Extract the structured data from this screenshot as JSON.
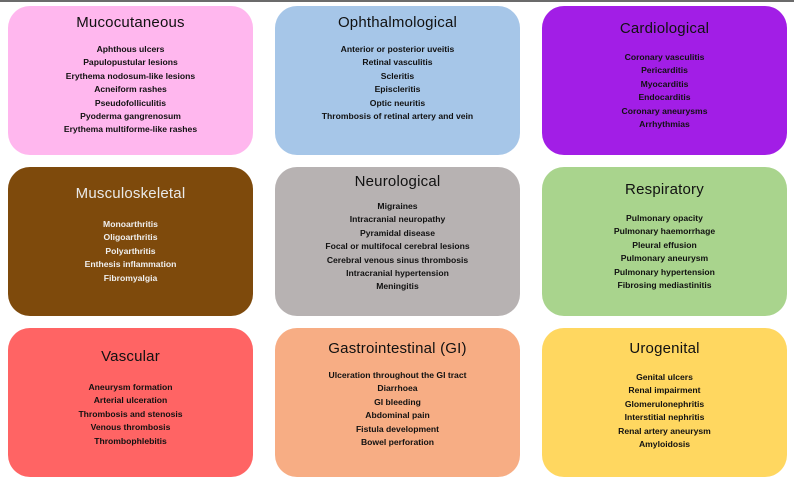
{
  "colors": {
    "mucocutaneous": "#ffb7ee",
    "ophthalmological": "#a6c6e8",
    "cardiological": "#a21ee6",
    "musculoskeletal": "#7e4a0c",
    "neurological": "#b7b2b2",
    "respiratory": "#a9d48d",
    "vascular": "#ff6464",
    "gastrointestinal": "#f7ad84",
    "urogenital": "#ffd760"
  },
  "boxes": {
    "mucocutaneous": {
      "title": "Mucocutaneous",
      "items": [
        "Aphthous ulcers",
        "Papulopustular lesions",
        "Erythema nodosum-like lesions",
        "Acneiform rashes",
        "Pseudofolliculitis",
        "Pyoderma gangrenosum",
        "Erythema multiforme-like rashes"
      ]
    },
    "ophthalmological": {
      "title": "Ophthalmological",
      "items": [
        "Anterior or posterior uveitis",
        "Retinal vasculitis",
        "Scleritis",
        "Episcleritis",
        "Optic neuritis",
        "Thrombosis of retinal artery and vein"
      ]
    },
    "cardiological": {
      "title": "Cardiological",
      "items": [
        "Coronary vasculitis",
        "Pericarditis",
        "Myocarditis",
        "Endocarditis",
        "Coronary aneurysms",
        "Arrhythmias"
      ]
    },
    "musculoskeletal": {
      "title": "Musculoskeletal",
      "items": [
        "Monoarthritis",
        "Oligoarthritis",
        "Polyarthritis",
        "Enthesis inflammation",
        "Fibromyalgia"
      ]
    },
    "neurological": {
      "title": "Neurological",
      "items": [
        "Migraines",
        "Intracranial neuropathy",
        "Pyramidal disease",
        "Focal or multifocal cerebral lesions",
        "Cerebral venous sinus thrombosis",
        "Intracranial hypertension",
        "Meningitis"
      ]
    },
    "respiratory": {
      "title": "Respiratory",
      "items": [
        "Pulmonary opacity",
        "Pulmonary haemorrhage",
        "Pleural effusion",
        "Pulmonary aneurysm",
        "Pulmonary hypertension",
        "Fibrosing mediastinitis"
      ]
    },
    "vascular": {
      "title": "Vascular",
      "items": [
        "Aneurysm formation",
        "Arterial ulceration",
        "Thrombosis and stenosis",
        "Venous thrombosis",
        "Thrombophlebitis"
      ]
    },
    "gastrointestinal": {
      "title": "Gastrointestinal (GI)",
      "items": [
        "Ulceration throughout the GI tract",
        "Diarrhoea",
        "GI bleeding",
        "Abdominal pain",
        "Fistula development",
        "Bowel perforation"
      ]
    },
    "urogenital": {
      "title": "Urogenital",
      "items": [
        "Genital ulcers",
        "Renal impairment",
        "Glomerulonephritis",
        "Interstitial nephritis",
        "Renal artery aneurysm",
        "Amyloidosis"
      ]
    }
  }
}
